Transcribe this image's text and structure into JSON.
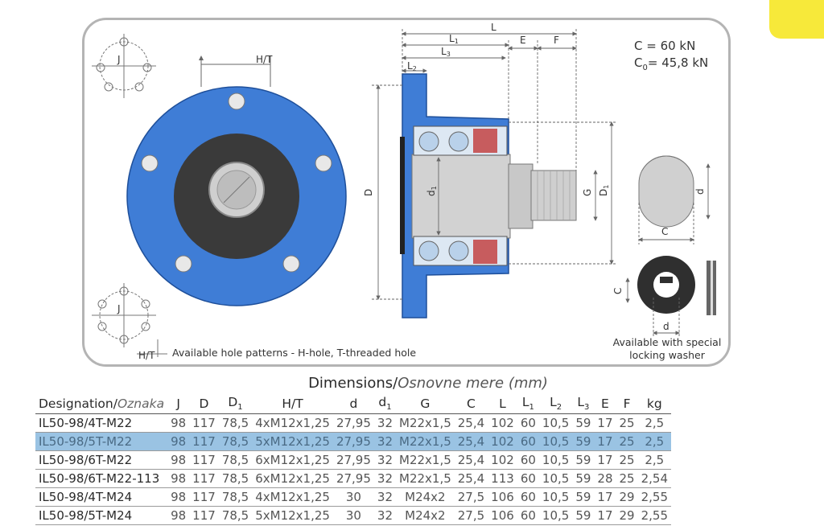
{
  "brand_tab_color": "#f7e93a",
  "drawing": {
    "load_c": "C = 60 kN",
    "load_c0_prefix": "C",
    "load_c0_sub": "0",
    "load_c0_suffix": "= 45,8 kN",
    "hole_patterns_note": "Available hole patterns - H-hole, T-threaded hole",
    "washer_note_line1": "Available with special",
    "washer_note_line2": "locking washer",
    "dim_labels": {
      "L": "L",
      "L1": "L",
      "L2": "L",
      "L3": "L",
      "E": "E",
      "F": "F",
      "D": "D",
      "d1": "d",
      "G": "G",
      "D1": "D",
      "d": "d",
      "C": "C",
      "HT": "H/T",
      "J": "J"
    },
    "hub_color": "#3f7dd6",
    "bearing_color": "#dde8f3"
  },
  "dimensions": {
    "title": "Dimensions/",
    "title_italic": "Osnovne mere (mm)",
    "headers": [
      {
        "main": "Designation/",
        "italic": "Oznaka",
        "sub": ""
      },
      {
        "main": "J",
        "italic": "",
        "sub": ""
      },
      {
        "main": "D",
        "italic": "",
        "sub": ""
      },
      {
        "main": "D",
        "italic": "",
        "sub": "1"
      },
      {
        "main": "H/T",
        "italic": "",
        "sub": ""
      },
      {
        "main": "d",
        "italic": "",
        "sub": ""
      },
      {
        "main": "d",
        "italic": "",
        "sub": "1"
      },
      {
        "main": "G",
        "italic": "",
        "sub": ""
      },
      {
        "main": "C",
        "italic": "",
        "sub": ""
      },
      {
        "main": "L",
        "italic": "",
        "sub": ""
      },
      {
        "main": "L",
        "italic": "",
        "sub": "1"
      },
      {
        "main": "L",
        "italic": "",
        "sub": "2"
      },
      {
        "main": "L",
        "italic": "",
        "sub": "3"
      },
      {
        "main": "E",
        "italic": "",
        "sub": ""
      },
      {
        "main": "F",
        "italic": "",
        "sub": ""
      },
      {
        "main": "kg",
        "italic": "",
        "sub": ""
      }
    ],
    "highlight_row": 1,
    "rows": [
      [
        "IL50-98/4T-M22",
        "98",
        "117",
        "78,5",
        "4xM12x1,25",
        "27,95",
        "32",
        "M22x1,5",
        "25,4",
        "102",
        "60",
        "10,5",
        "59",
        "17",
        "25",
        "2,5"
      ],
      [
        "IL50-98/5T-M22",
        "98",
        "117",
        "78,5",
        "5xM12x1,25",
        "27,95",
        "32",
        "M22x1,5",
        "25,4",
        "102",
        "60",
        "10,5",
        "59",
        "17",
        "25",
        "2,5"
      ],
      [
        "IL50-98/6T-M22",
        "98",
        "117",
        "78,5",
        "6xM12x1,25",
        "27,95",
        "32",
        "M22x1,5",
        "25,4",
        "102",
        "60",
        "10,5",
        "59",
        "17",
        "25",
        "2,5"
      ],
      [
        "IL50-98/6T-M22-113",
        "98",
        "117",
        "78,5",
        "6xM12x1,25",
        "27,95",
        "32",
        "M22x1,5",
        "25,4",
        "113",
        "60",
        "10,5",
        "59",
        "28",
        "25",
        "2,54"
      ],
      [
        "IL50-98/4T-M24",
        "98",
        "117",
        "78,5",
        "4xM12x1,25",
        "30",
        "32",
        "M24x2",
        "27,5",
        "106",
        "60",
        "10,5",
        "59",
        "17",
        "29",
        "2,55"
      ],
      [
        "IL50-98/5T-M24",
        "98",
        "117",
        "78,5",
        "5xM12x1,25",
        "30",
        "32",
        "M24x2",
        "27,5",
        "106",
        "60",
        "10,5",
        "59",
        "17",
        "29",
        "2,55"
      ]
    ]
  }
}
